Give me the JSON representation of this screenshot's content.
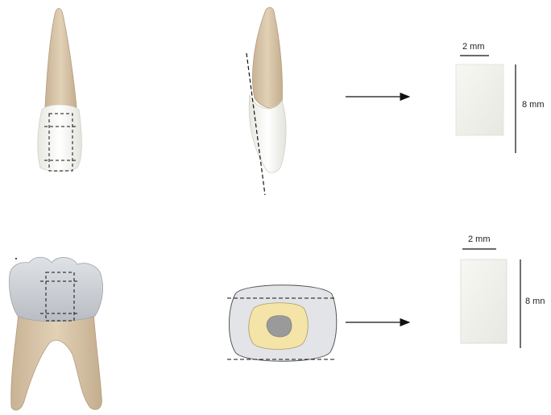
{
  "labels": {
    "top_width": "2 mm",
    "top_height": "8 mm",
    "bottom_width": "2 mm",
    "bottom_height": "8 mn"
  },
  "colors": {
    "root": "#d8c4a6",
    "crown": "#f4f4ec",
    "molar_crown": "#c9ccd1",
    "dentin_ring": "#f5e4a8",
    "pulp": "#9a9a9a",
    "specimen": "#f2f2ee",
    "line": "#111111"
  },
  "icons": [
    "incisor-front-view",
    "incisor-side-view",
    "molar-view",
    "cross-section-view",
    "arrow-right"
  ]
}
